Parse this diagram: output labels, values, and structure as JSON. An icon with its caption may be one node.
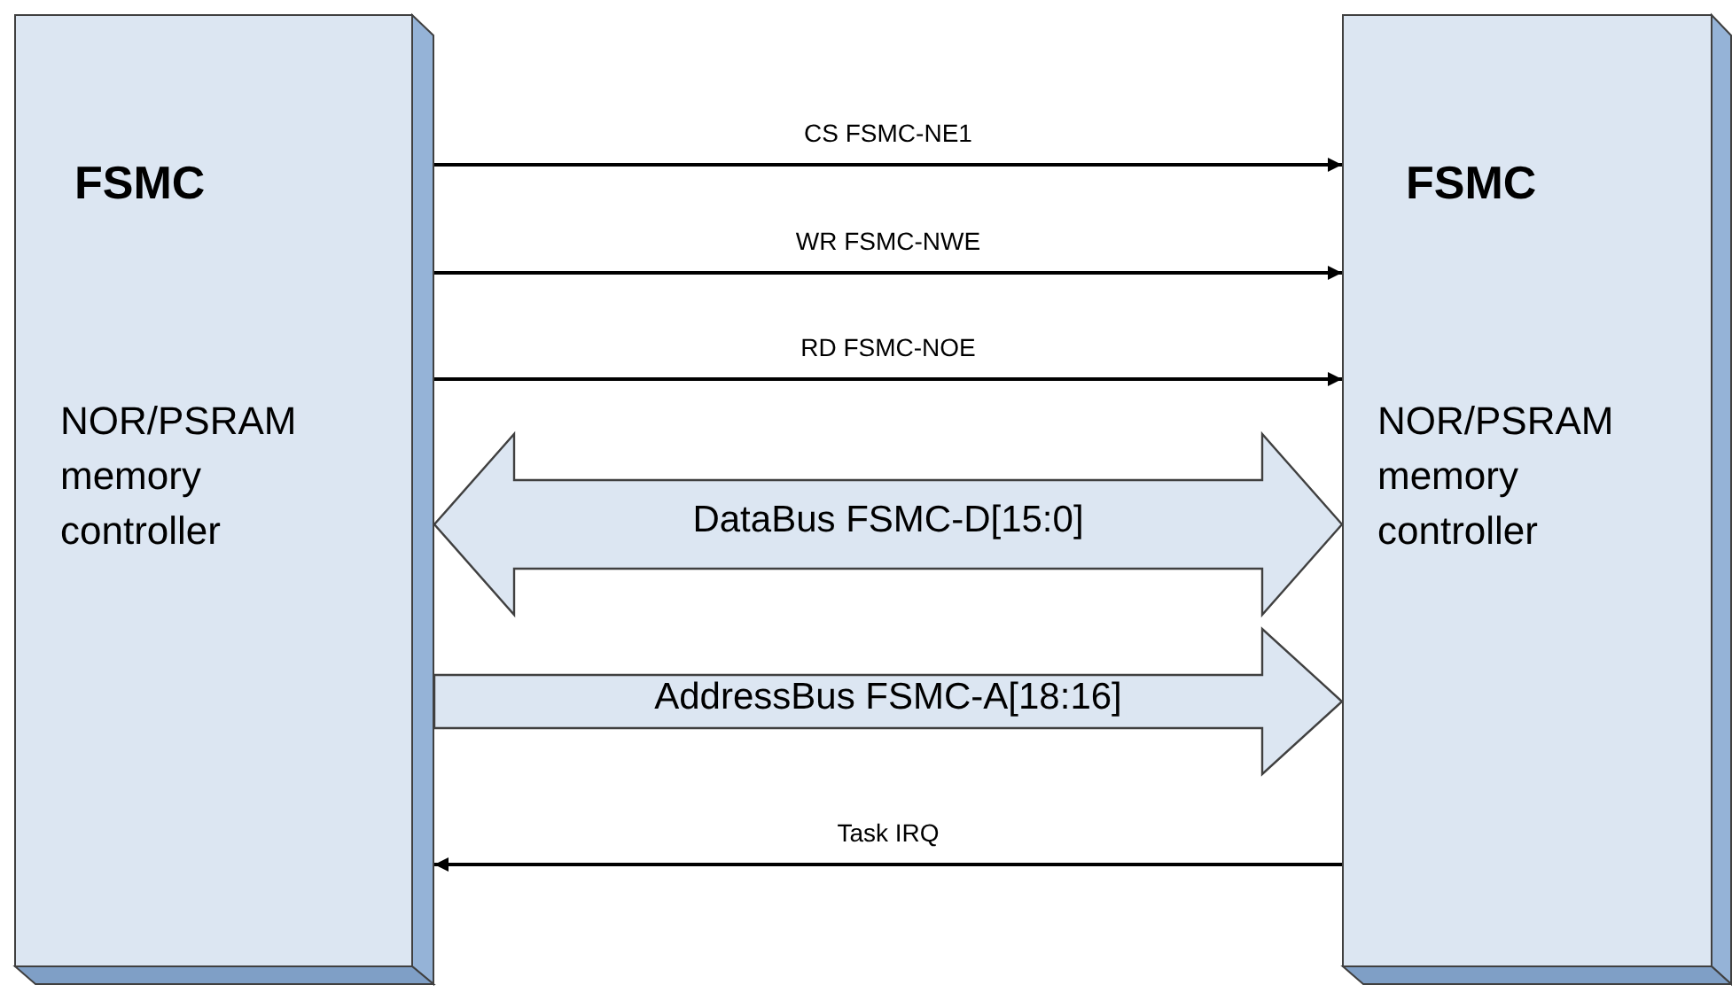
{
  "diagram": {
    "nodes": [
      {
        "text": [
          "FSMC",
          "NOR/PSRAM memory controller"
        ]
      },
      {
        "text": [
          "FSMC",
          "NOR/PSRAM memory controller"
        ]
      }
    ],
    "edges": [
      {
        "from": 0,
        "to": 1,
        "arrow": "to",
        "label": "CS FSMC-NE1"
      },
      {
        "from": 0,
        "to": 1,
        "arrow": "to",
        "label": "WR FSMC-NWE"
      },
      {
        "from": 0,
        "to": 1,
        "arrow": "to",
        "label": "RD FSMC-NOE"
      },
      {
        "from": 0,
        "to": 1,
        "arrow": "both",
        "label": "DataBus FSMC-D[15:0]",
        "style": "thick"
      },
      {
        "from": 0,
        "to": 1,
        "arrow": "to",
        "label": "AddressBus FSMC-A[18:16]",
        "style": "thick"
      },
      {
        "from": 1,
        "to": 0,
        "arrow": "to",
        "label": "Task IRQ"
      }
    ]
  }
}
